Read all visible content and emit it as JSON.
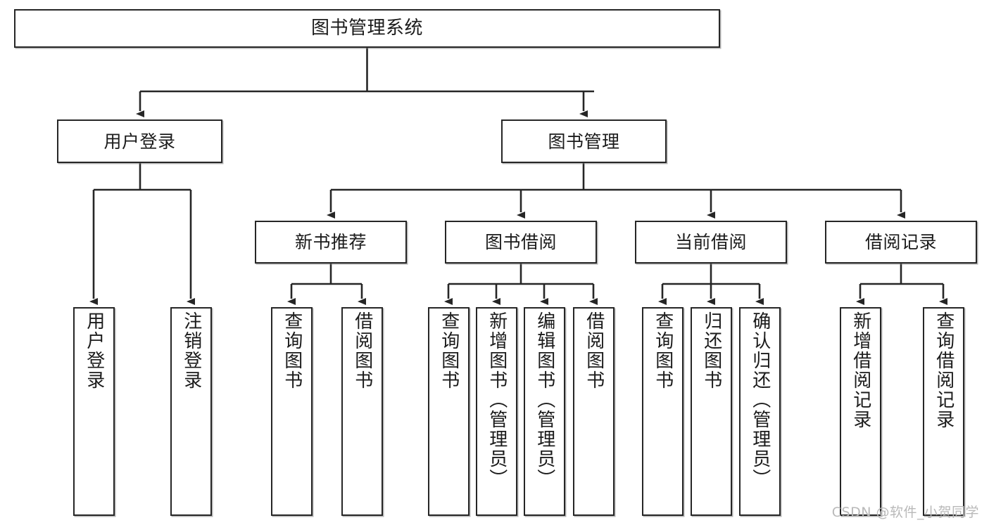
{
  "diagram": {
    "title": "图书管理系统",
    "type": "hierarchy-tree",
    "root": {
      "id": "root",
      "label": "图书管理系统"
    },
    "level2": [
      {
        "id": "user-login",
        "label": "用户登录"
      },
      {
        "id": "book-manage",
        "label": "图书管理"
      }
    ],
    "level3": [
      {
        "id": "new-book-recommend",
        "label": "新书推荐",
        "parent": "book-manage"
      },
      {
        "id": "book-borrow",
        "label": "图书借阅",
        "parent": "book-manage"
      },
      {
        "id": "current-borrow",
        "label": "当前借阅",
        "parent": "book-manage"
      },
      {
        "id": "borrow-record",
        "label": "借阅记录",
        "parent": "book-manage"
      }
    ],
    "leaves": [
      {
        "id": "leaf-user-login",
        "label": "用户登录",
        "parent": "user-login"
      },
      {
        "id": "leaf-user-logout",
        "label": "注销登录",
        "parent": "user-login"
      },
      {
        "id": "leaf-query-book-1",
        "label": "查询图书",
        "parent": "new-book-recommend"
      },
      {
        "id": "leaf-borrow-book-1",
        "label": "借阅图书",
        "parent": "new-book-recommend"
      },
      {
        "id": "leaf-query-book-2",
        "label": "查询图书",
        "parent": "book-borrow"
      },
      {
        "id": "leaf-add-book",
        "label": "新增图书（管理员）",
        "parent": "book-borrow"
      },
      {
        "id": "leaf-edit-book",
        "label": "编辑图书（管理员）",
        "parent": "book-borrow"
      },
      {
        "id": "leaf-borrow-book-2",
        "label": "借阅图书",
        "parent": "book-borrow"
      },
      {
        "id": "leaf-query-book-3",
        "label": "查询图书",
        "parent": "current-borrow"
      },
      {
        "id": "leaf-return-book",
        "label": "归还图书",
        "parent": "current-borrow"
      },
      {
        "id": "leaf-confirm-return",
        "label": "确认归还（管理员）",
        "parent": "current-borrow"
      },
      {
        "id": "leaf-add-record",
        "label": "新增借阅记录",
        "parent": "borrow-record"
      },
      {
        "id": "leaf-query-record",
        "label": "查询借阅记录",
        "parent": "borrow-record"
      }
    ],
    "colors": {
      "box_border": "#262626",
      "box_fill": "#ffffff",
      "connector": "#262626",
      "text": "#1b1b1b",
      "watermark": "#b9b9b9"
    }
  },
  "watermark": {
    "text": "CSDN @软件_小贺同学"
  }
}
